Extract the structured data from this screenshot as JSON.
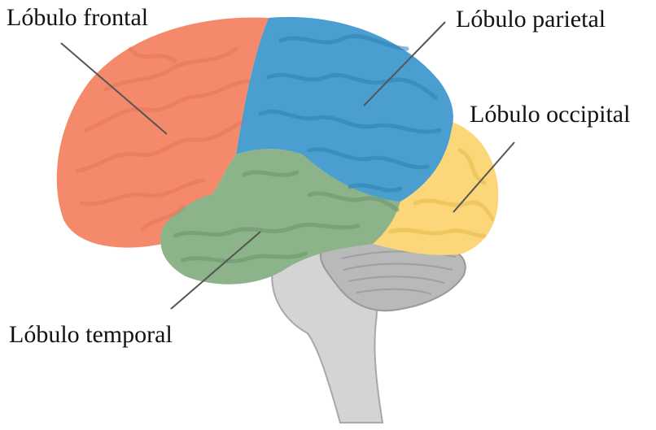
{
  "labels": {
    "frontal": "Lóbulo frontal",
    "parietal": "Lóbulo parietal",
    "occipital": "Lóbulo occipital",
    "temporal": "Lóbulo temporal"
  },
  "colors": {
    "frontal": "#f4896b",
    "parietal": "#4b9fd0",
    "occipital": "#fbd77a",
    "temporal": "#8cb38a",
    "cerebellum": "#b9b9b9",
    "brainstem": "#d4d4d4"
  }
}
